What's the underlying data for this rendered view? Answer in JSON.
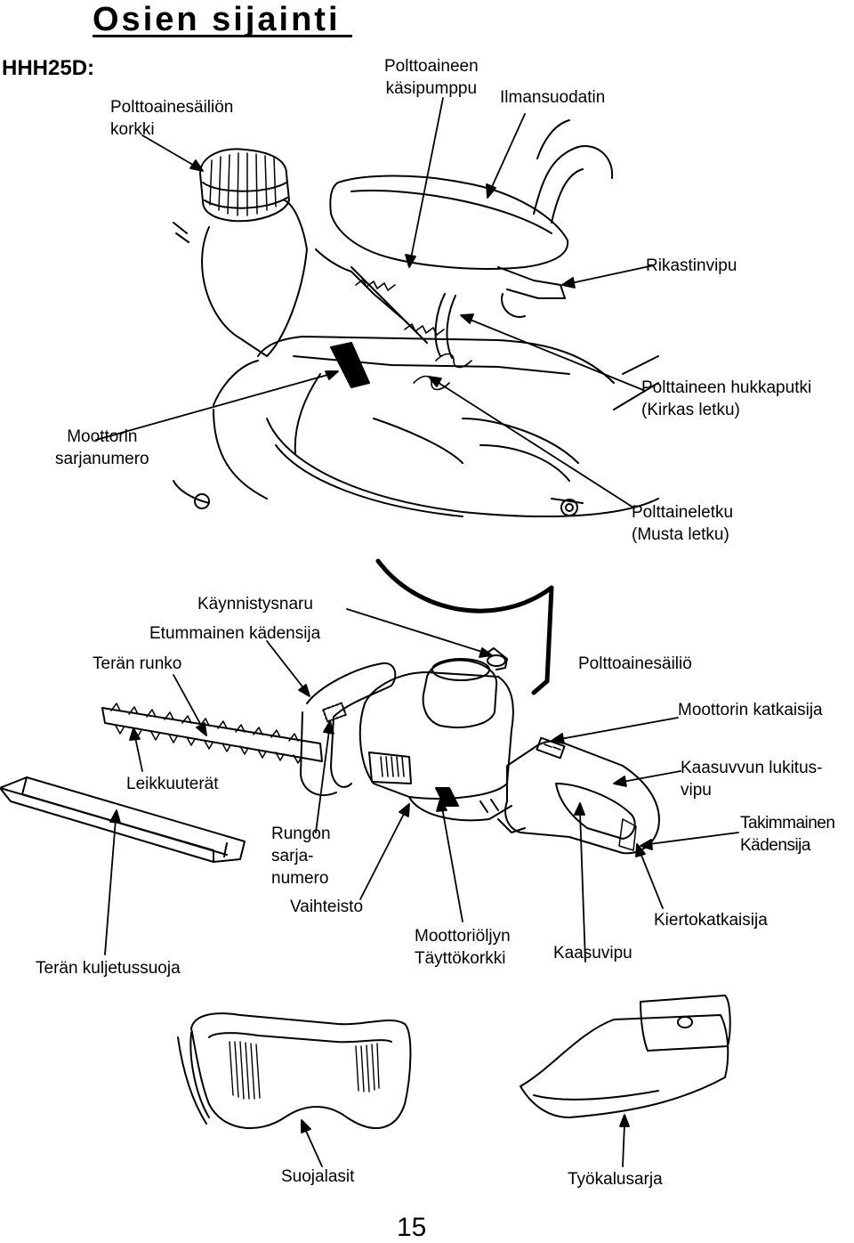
{
  "page": {
    "title": "Osien sijainti",
    "model": "HHH25D:",
    "page_number": "15"
  },
  "labels": {
    "fuel_tank_cap": "Polttoainesäiliön\nkorkki",
    "primer_pump": "Polttoaineen\nkäsipumppu",
    "air_filter": "Ilmansuodatin",
    "choke_lever": "Rikastinvipu",
    "fuel_return_pipe": "Polttaineen hukkaputki\n(Kirkas letku)",
    "engine_serial": "Moottorin\nsarjanumero",
    "fuel_hose": "Polttaineletku\n(Musta letku)",
    "starter_knob": "Käynnistysnaru",
    "front_handle": "Etummainen kädensija",
    "blade_frame": "Terän runko",
    "fuel_tank": "Polttoainesäiliö",
    "stop_switch": "Moottorin katkaisija",
    "cutter_blades": "Leikkuuterät",
    "throttle_lockout": "Kaasuvvun lukitus-\nvipu",
    "rear_handle": "Takimmainen\nKädensija",
    "frame_serial": "Rungon\nsarja-\nnumero",
    "gearbox": "Vaihteisto",
    "rotate_lock": "Kiertokatkaisija",
    "oil_cap": "Moottoriöljyn\nTäyttökorkki",
    "throttle_trigger": "Kaasuvipu",
    "blade_cover": "Terän kuljetussuoja",
    "goggles": "Suojalasit",
    "tool_kit": "Työkalusarja"
  }
}
